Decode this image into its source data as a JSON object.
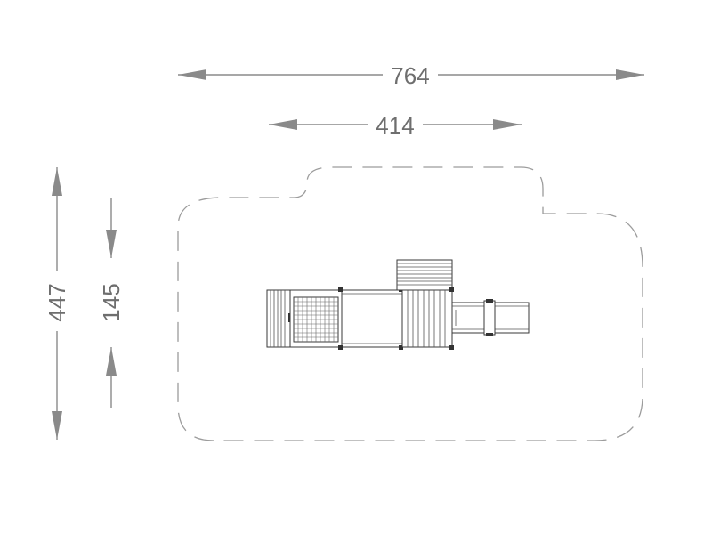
{
  "dimensions": {
    "overall_width": "764",
    "platform_width": "414",
    "overall_depth": "447",
    "equipment_depth": "145"
  }
}
